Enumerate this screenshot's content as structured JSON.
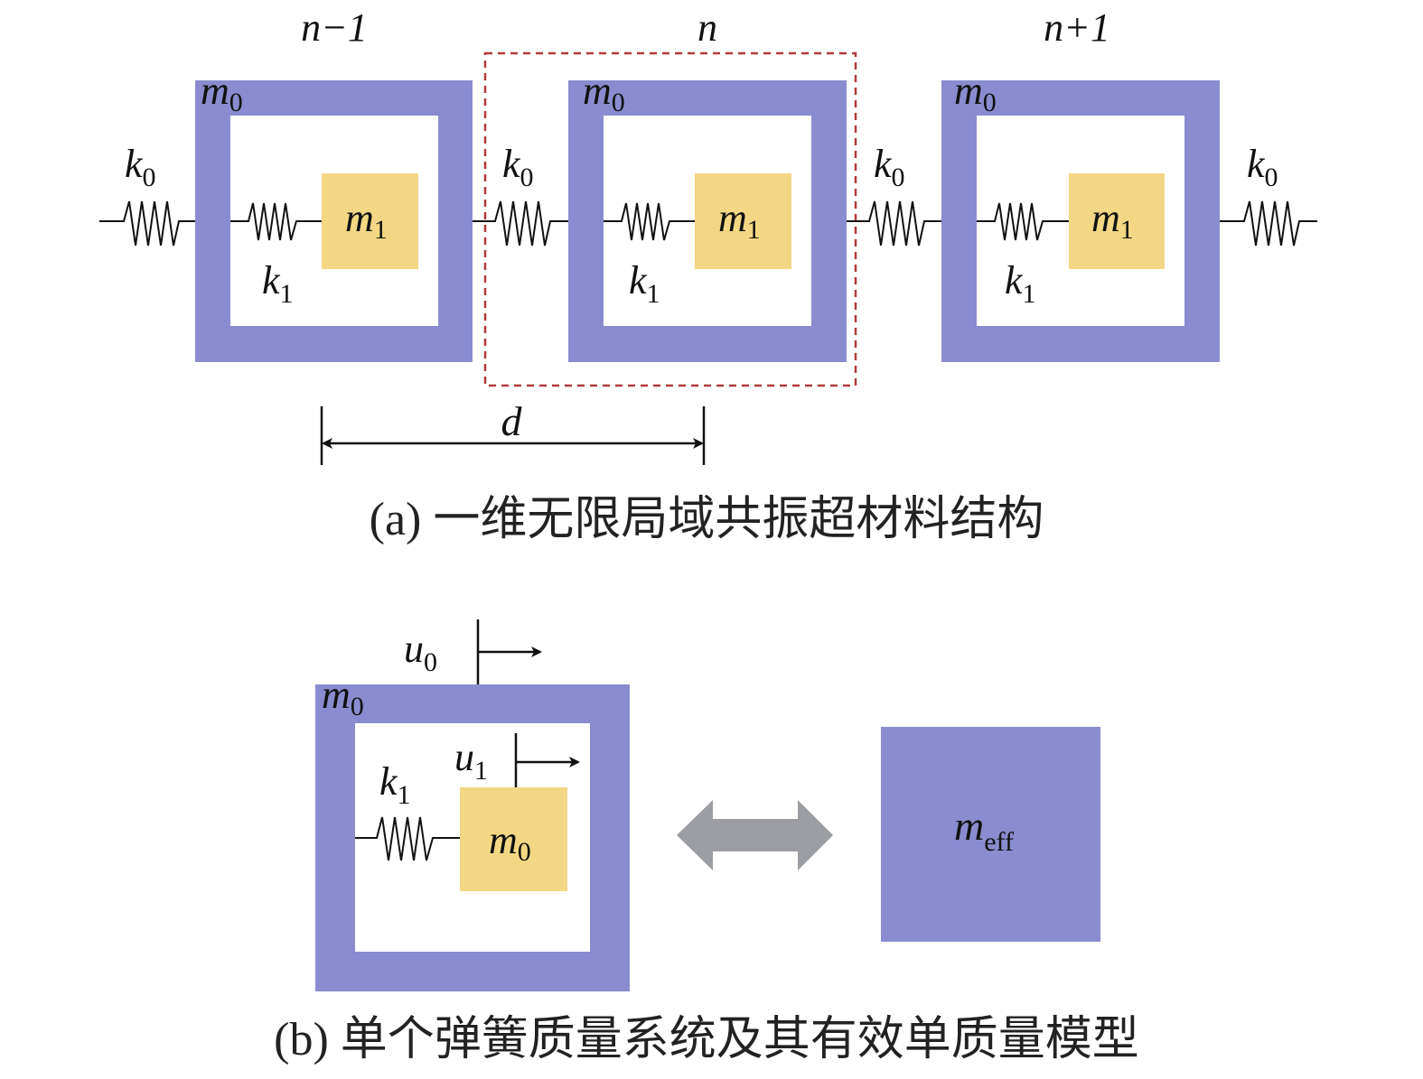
{
  "panel_a": {
    "cells": [
      {
        "index_label": "n−1",
        "outer_mass": "m",
        "outer_sub": "0",
        "inner_mass": "m",
        "inner_sub": "1",
        "inner_spring": "k",
        "inner_spring_sub": "1"
      },
      {
        "index_label": "n",
        "outer_mass": "m",
        "outer_sub": "0",
        "inner_mass": "m",
        "inner_sub": "1",
        "inner_spring": "k",
        "inner_spring_sub": "1"
      },
      {
        "index_label": "n+1",
        "outer_mass": "m",
        "outer_sub": "0",
        "inner_mass": "m",
        "inner_sub": "1",
        "inner_spring": "k",
        "inner_spring_sub": "1"
      }
    ],
    "coupling_springs": [
      {
        "label": "k",
        "sub": "0"
      },
      {
        "label": "k",
        "sub": "0"
      },
      {
        "label": "k",
        "sub": "0"
      },
      {
        "label": "k",
        "sub": "0"
      }
    ],
    "period_label": "d",
    "caption": "(a) 一维无限局域共振超材料结构"
  },
  "panel_b": {
    "outer_mass": "m",
    "outer_sub": "0",
    "outer_disp": "u",
    "outer_disp_sub": "0",
    "inner_mass": "m",
    "inner_sub": "0",
    "inner_disp": "u",
    "inner_disp_sub": "1",
    "spring": "k",
    "spring_sub": "1",
    "effective_mass": "m",
    "effective_sub": "eff",
    "caption": "(b) 单个弹簧质量系统及其有效单质量模型"
  },
  "colors": {
    "frame": "#8a8ccf",
    "resonator": "#f4d784",
    "unit_cell_box": "#b23a3a",
    "equivalence_arrow": "#9b9da3"
  }
}
